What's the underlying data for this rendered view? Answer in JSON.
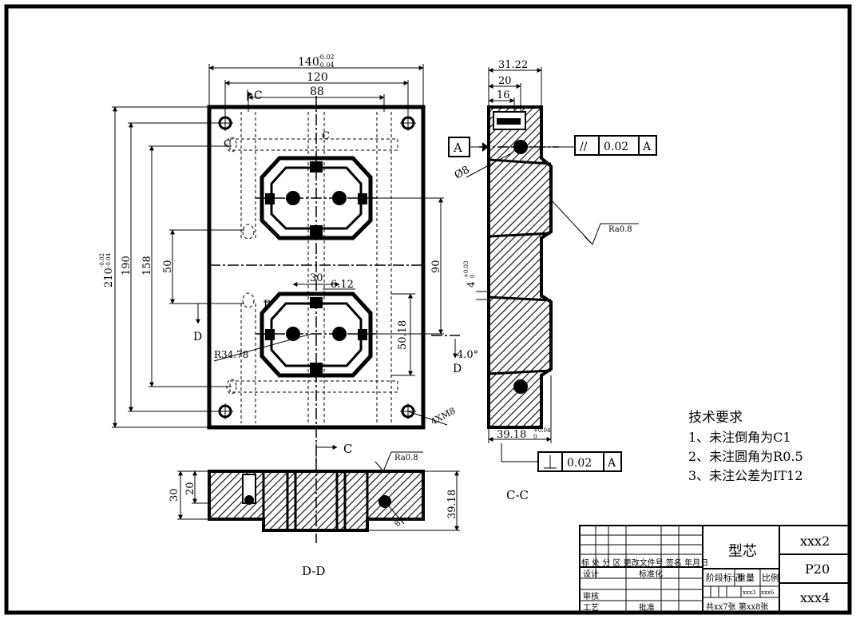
{
  "dimensions": {
    "width_140": "140",
    "width_140_tol_upper": "-0.02",
    "width_140_tol_lower": "-0.04",
    "width_120": "120",
    "width_88": "88",
    "height_210": "210",
    "height_210_tol_upper": "-0.02",
    "height_210_tol_lower": "-0.04",
    "height_190": "190",
    "height_158": "158",
    "height_50": "50",
    "height_90": "90",
    "dim_30": "30",
    "dim_6_12": "6.12",
    "dim_50_18": "50.18",
    "radius_34_78": "R34.78",
    "angle_4": "4.0°",
    "holes_4xm8": "4XM8"
  },
  "section_labels": {
    "c_top": "C",
    "c_inner": "C",
    "c_left": "C",
    "c_bottom": "C",
    "d_left": "D",
    "d_inner": "D",
    "d_right": "D",
    "dd_title": "D-D",
    "cc_title": "C-C"
  },
  "side_view": {
    "dim_31_22": "31.22",
    "dim_20": "20",
    "dim_16": "16",
    "diameter_8": "Ø8",
    "datum": "A",
    "parallel_symbol": "//",
    "parallel_value": "0.02",
    "parallel_datum": "A",
    "roughness": "Ra0.8",
    "dim_4": "4",
    "dim_4_tol_upper": "+0.03",
    "dim_4_tol_lower": "0",
    "dim_39_18": "39.18",
    "dim_39_18_tol_upper": "+0.04",
    "dim_39_18_tol_lower": "0",
    "perp_value": "0.02",
    "perp_datum": "A"
  },
  "bottom_view": {
    "dim_30": "30",
    "dim_20": "20",
    "dim_39_18": "39.18",
    "roughness": "Ra0.8",
    "dim_r8": "8"
  },
  "tech_requirements": {
    "title": "技术要求",
    "item1": "1、未注倒角为C1",
    "item2": "2、未注圆角为R0.5",
    "item3": "3、未注公差为IT12"
  },
  "title_block": {
    "part_name": "型芯",
    "code_top": "xxx2",
    "code_mid": "P20",
    "code_bottom": "xxx4",
    "row_header": "标 处 分 区 更改文件号 签名 年月日",
    "design": "设计",
    "standardize": "标准化",
    "review": "审核",
    "process": "工艺",
    "approve": "批准",
    "stage_mark": "阶段标记",
    "weight": "重量",
    "scale": "比例",
    "sheet_small_1": "xxx3",
    "sheet_small_2": "xxx6",
    "sheets": "共xx7张 第xx8张"
  }
}
